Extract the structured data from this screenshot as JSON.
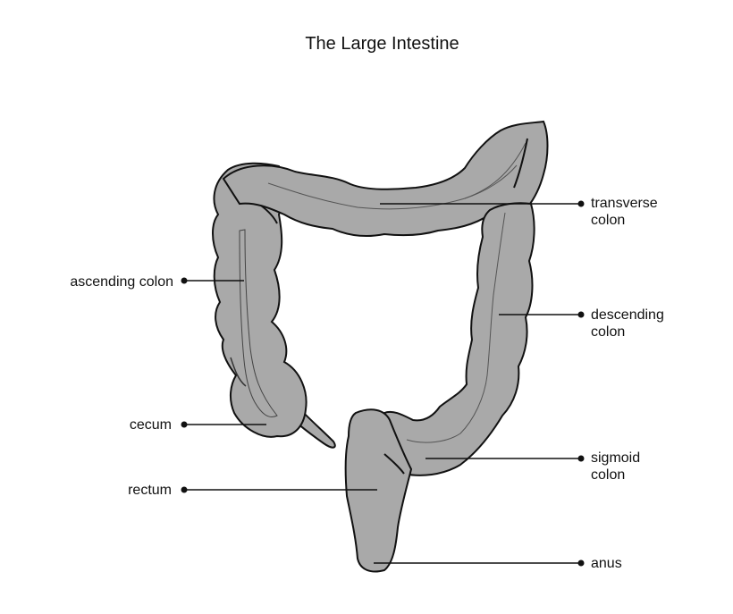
{
  "title": "The Large Intestine",
  "labels": {
    "ascending_colon": "ascending colon",
    "cecum": "cecum",
    "rectum": "rectum",
    "transverse_colon": [
      "transverse",
      "colon"
    ],
    "descending_colon": [
      "descending",
      "colon"
    ],
    "sigmoid_colon": [
      "sigmoid",
      "colon"
    ],
    "anus": "anus"
  },
  "colors": {
    "organ_fill": "#a9a9a9",
    "outline": "#111111",
    "background": "#ffffff"
  }
}
